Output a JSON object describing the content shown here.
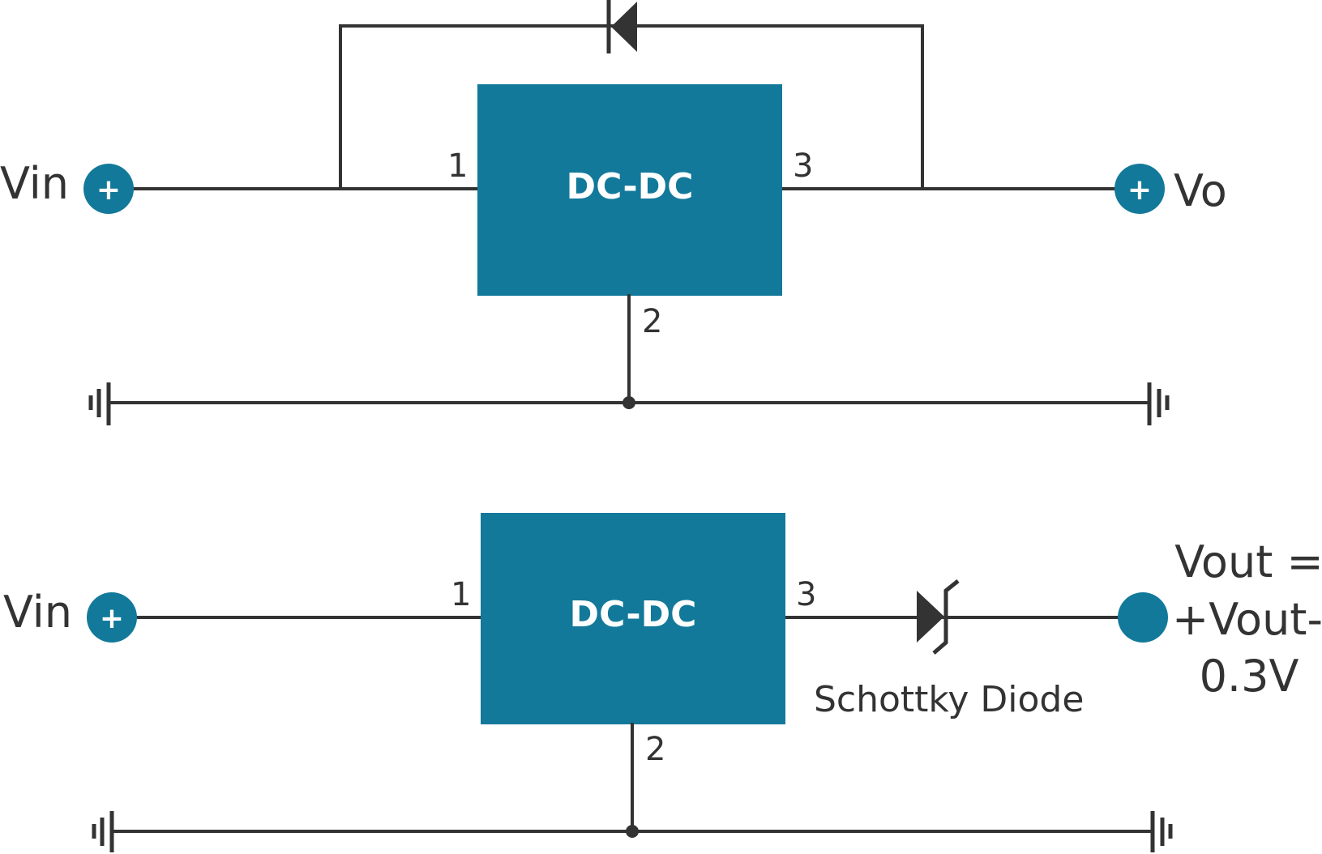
{
  "colors": {
    "box": "#13799a",
    "wire": "#333333",
    "terminal": "#13799a"
  },
  "circuit_top": {
    "input_label": "Vin",
    "input_icon": "plus-icon",
    "output_label": "Vo",
    "output_icon": "plus-icon",
    "block_label": "DC-DC",
    "pin1": "1",
    "pin2": "2",
    "pin3": "3",
    "terminal_symbol": "+"
  },
  "circuit_bottom": {
    "input_label": "Vin",
    "input_icon": "plus-icon",
    "block_label": "DC-DC",
    "pin1": "1",
    "pin2": "2",
    "pin3": "3",
    "diode_label": "Schottky Diode",
    "output_label_lines": [
      "Vout =",
      "+Vout-",
      "0.3V"
    ],
    "terminal_symbol": "+"
  }
}
